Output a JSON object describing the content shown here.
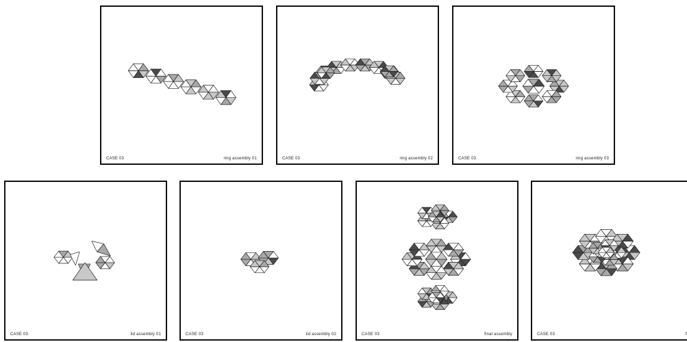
{
  "panels": [
    {
      "case": "CASE 03",
      "label": "ring assembly 01"
    },
    {
      "case": "CASE 03",
      "label": "ring assembly 02"
    },
    {
      "case": "CASE 03",
      "label": "ring assembly 03"
    },
    {
      "case": "CASE 03",
      "label": "lid assembly 01"
    },
    {
      "case": "CASE 03",
      "label": "lid assembly 02"
    },
    {
      "case": "CASE 03",
      "label": "final assembly"
    },
    {
      "case": "CASE 03",
      "label": "fi"
    }
  ]
}
